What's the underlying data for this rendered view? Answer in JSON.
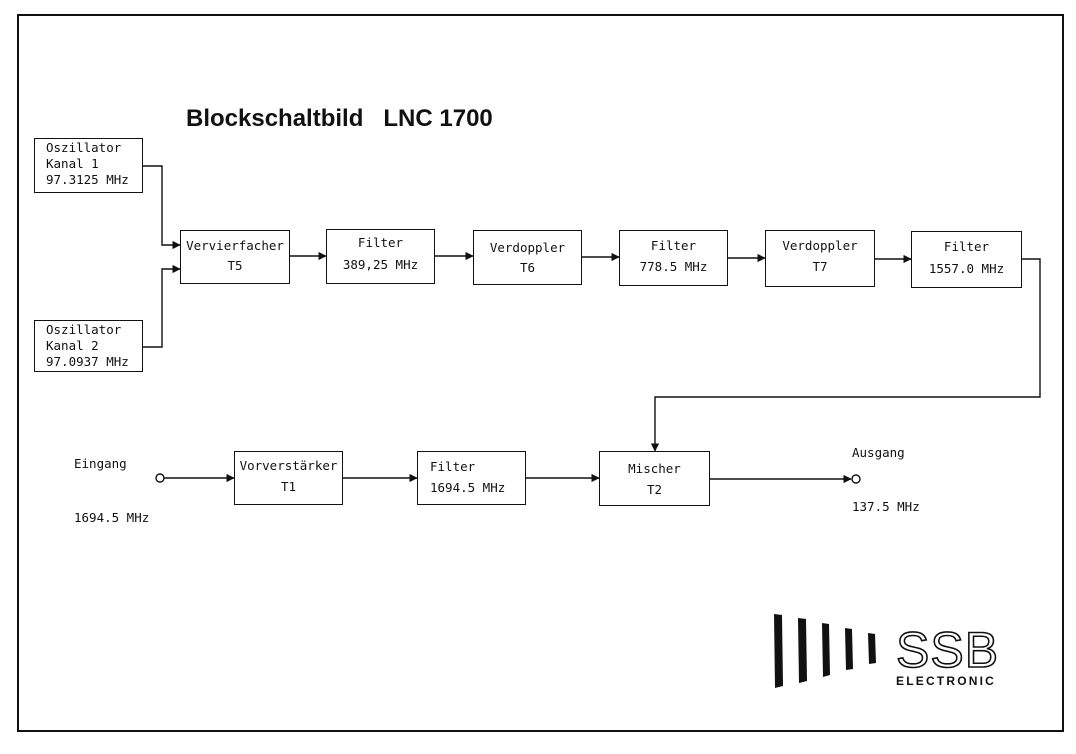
{
  "title": "Blockschaltbild   LNC 1700",
  "blocks": {
    "osc1": [
      "Oszillator",
      "Kanal 1",
      "97.3125 MHz"
    ],
    "osc2": [
      "Oszillator",
      "Kanal 2",
      "97.0937 MHz"
    ],
    "vervierfacher": [
      "Vervierfacher",
      "T5"
    ],
    "filter389": [
      "Filter",
      "389,25 MHz"
    ],
    "verdoppler_t6": [
      "Verdoppler",
      "T6"
    ],
    "filter778": [
      "Filter",
      "778.5 MHz"
    ],
    "verdoppler_t7": [
      "Verdoppler",
      "T7"
    ],
    "filter1557": [
      "Filter",
      "1557.0 MHz"
    ],
    "vorverstaerker": [
      "Vorverstärker",
      "T1"
    ],
    "filter1694": [
      "Filter",
      "1694.5 MHz"
    ],
    "mischer": [
      "Mischer",
      "T2"
    ]
  },
  "terminals": {
    "input": [
      "Eingang",
      "1694.5 MHz"
    ],
    "output": [
      "Ausgang",
      "137.5 MHz"
    ]
  },
  "logo": {
    "brand": "SSB",
    "sub": "ELECTRONIC"
  },
  "colors": {
    "ink": "#111111",
    "paper": "#ffffff"
  }
}
